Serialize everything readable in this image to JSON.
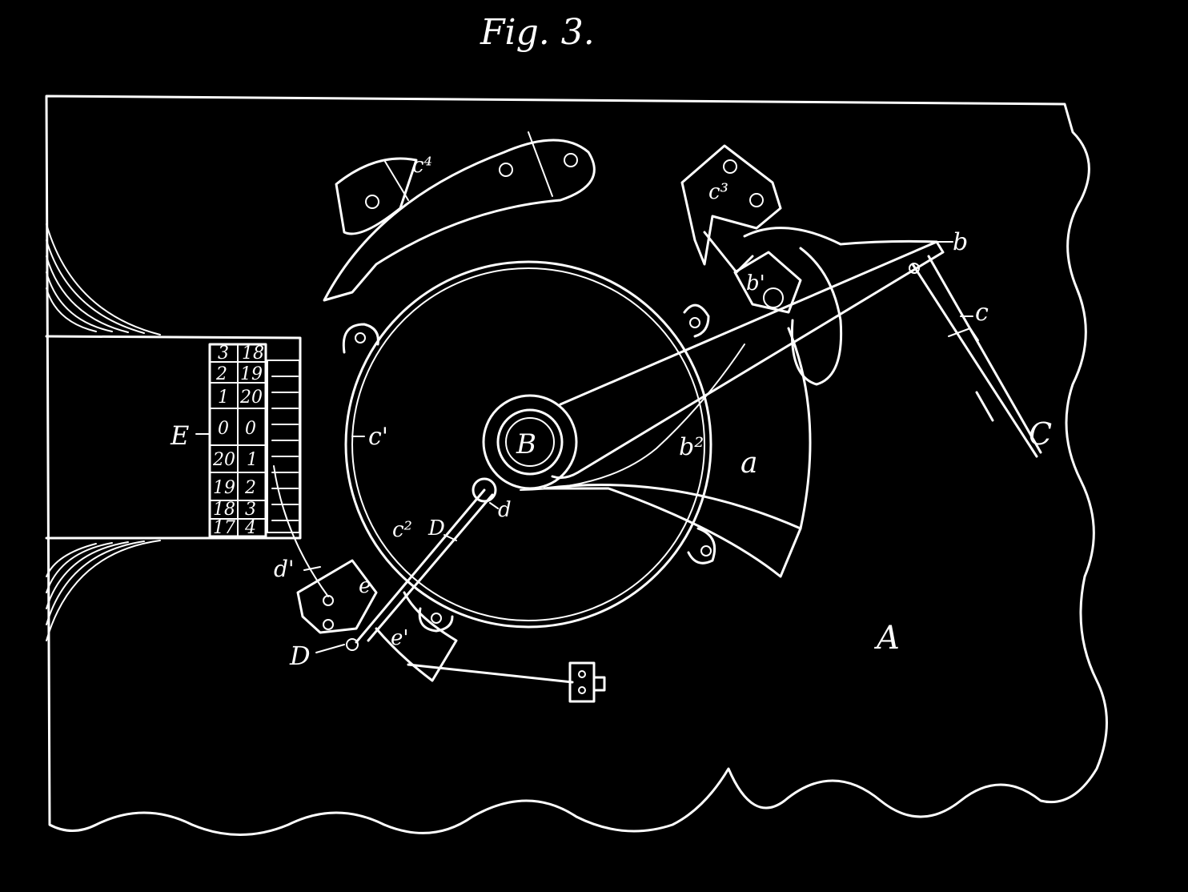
{
  "title": "Fig. 3.",
  "labels": {
    "A": "A",
    "B": "B",
    "C": "C",
    "D_upper": "D",
    "D_lower": "D",
    "E": "E",
    "a": "a",
    "b": "b",
    "b1": "b'",
    "b2": "b²",
    "c": "c",
    "c1": "c'",
    "c2": "c²",
    "c3": "c³",
    "c4": "c⁴",
    "d": "d",
    "d1": "d'",
    "e": "e",
    "e1": "e'"
  },
  "counter_table": {
    "rows": [
      [
        "3",
        "18"
      ],
      [
        "2",
        "19"
      ],
      [
        "1",
        "20"
      ],
      [
        "0",
        "0"
      ],
      [
        "20",
        "1"
      ],
      [
        "19",
        "2"
      ],
      [
        "18",
        "3"
      ],
      [
        "17",
        "4"
      ]
    ]
  },
  "colors": {
    "background": "#000000",
    "ink": "#ffffff"
  }
}
